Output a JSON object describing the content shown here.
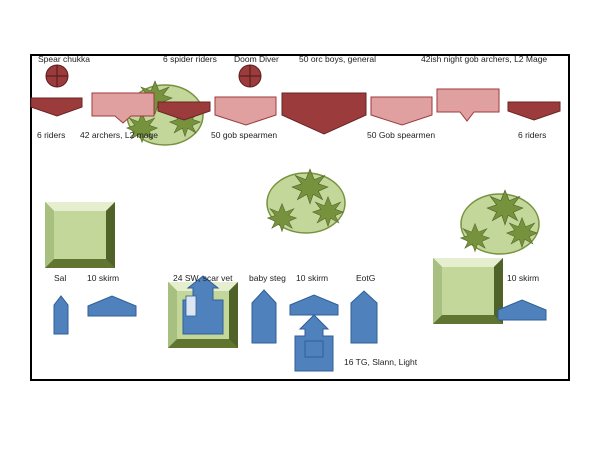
{
  "colors": {
    "enemy_dark": "#9b3b3b",
    "enemy_light": "#e0a0a0",
    "friendly_blue": "#4f81bd",
    "friendly_blue_edge": "#2f5f95",
    "forest_light": "#c4d79b",
    "forest_dark": "#76923c",
    "building_light": "#c4d79b",
    "building_dark": "#5f7530",
    "border": "#000000"
  },
  "icons": {
    "war_machine": "crosshair-circle-icon",
    "forest": "forest-icon",
    "building": "building-icon"
  },
  "labels": {
    "spear_chukka": "Spear chukka",
    "spider_riders": "6 spider riders",
    "doom_diver": "Doom Diver",
    "orc_boys": "50 orc boys, general",
    "night_gob_archers": "42ish night gob archers, L2 Mage",
    "riders_left": "6 riders",
    "archers_mage": "42 archers, L2 mage",
    "gob_spearmen_1": "50 gob spearmen",
    "gob_spearmen_2": "50 Gob spearmen",
    "riders_right": "6 riders",
    "sal": "Sal",
    "skirm_1": "10 skirm",
    "sw_scar_vet": "24 SW, scar vet",
    "baby_steg": "baby steg",
    "skirm_2": "10 skirm",
    "eotg": "EotG",
    "skirm_3": "10 skirm",
    "tg_slann": "16 TG, Slann, Light"
  }
}
